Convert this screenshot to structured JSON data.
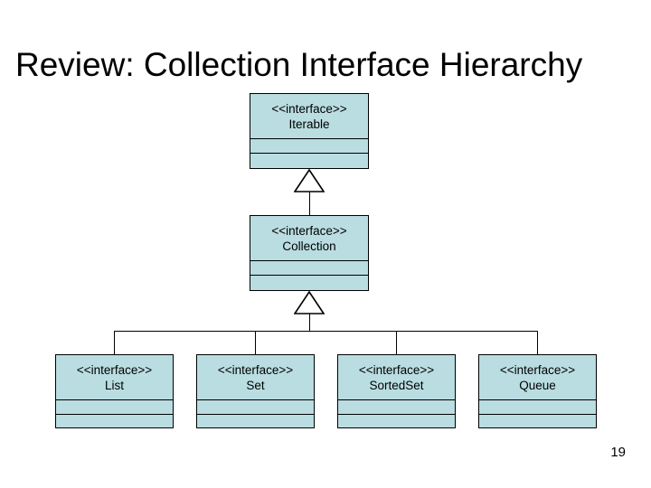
{
  "slide": {
    "title": "Review: Collection Interface Hierarchy",
    "page_number": "19",
    "colors": {
      "box_fill": "#b9dde1",
      "box_border": "#000000",
      "background": "#ffffff",
      "text": "#000000"
    }
  },
  "diagram": {
    "type": "uml-class-hierarchy",
    "notation": "UML generalization (hollow triangle arrowhead points to supertype)",
    "classes": [
      {
        "id": "iterable",
        "stereotype": "<<interface>>",
        "name": "Iterable",
        "attributes": [],
        "operations": [],
        "level": 0
      },
      {
        "id": "collection",
        "stereotype": "<<interface>>",
        "name": "Collection",
        "attributes": [],
        "operations": [],
        "level": 1
      },
      {
        "id": "list",
        "stereotype": "<<interface>>",
        "name": "List",
        "attributes": [],
        "operations": [],
        "level": 2
      },
      {
        "id": "set",
        "stereotype": "<<interface>>",
        "name": "Set",
        "attributes": [],
        "operations": [],
        "level": 2
      },
      {
        "id": "sortedset",
        "stereotype": "<<interface>>",
        "name": "SortedSet",
        "attributes": [],
        "operations": [],
        "level": 2
      },
      {
        "id": "queue",
        "stereotype": "<<interface>>",
        "name": "Queue",
        "attributes": [],
        "operations": [],
        "level": 2
      }
    ],
    "relations": [
      {
        "from": "collection",
        "to": "iterable",
        "kind": "generalization"
      },
      {
        "from": "list",
        "to": "collection",
        "kind": "generalization"
      },
      {
        "from": "set",
        "to": "collection",
        "kind": "generalization"
      },
      {
        "from": "sortedset",
        "to": "collection",
        "kind": "generalization"
      },
      {
        "from": "queue",
        "to": "collection",
        "kind": "generalization"
      }
    ]
  }
}
